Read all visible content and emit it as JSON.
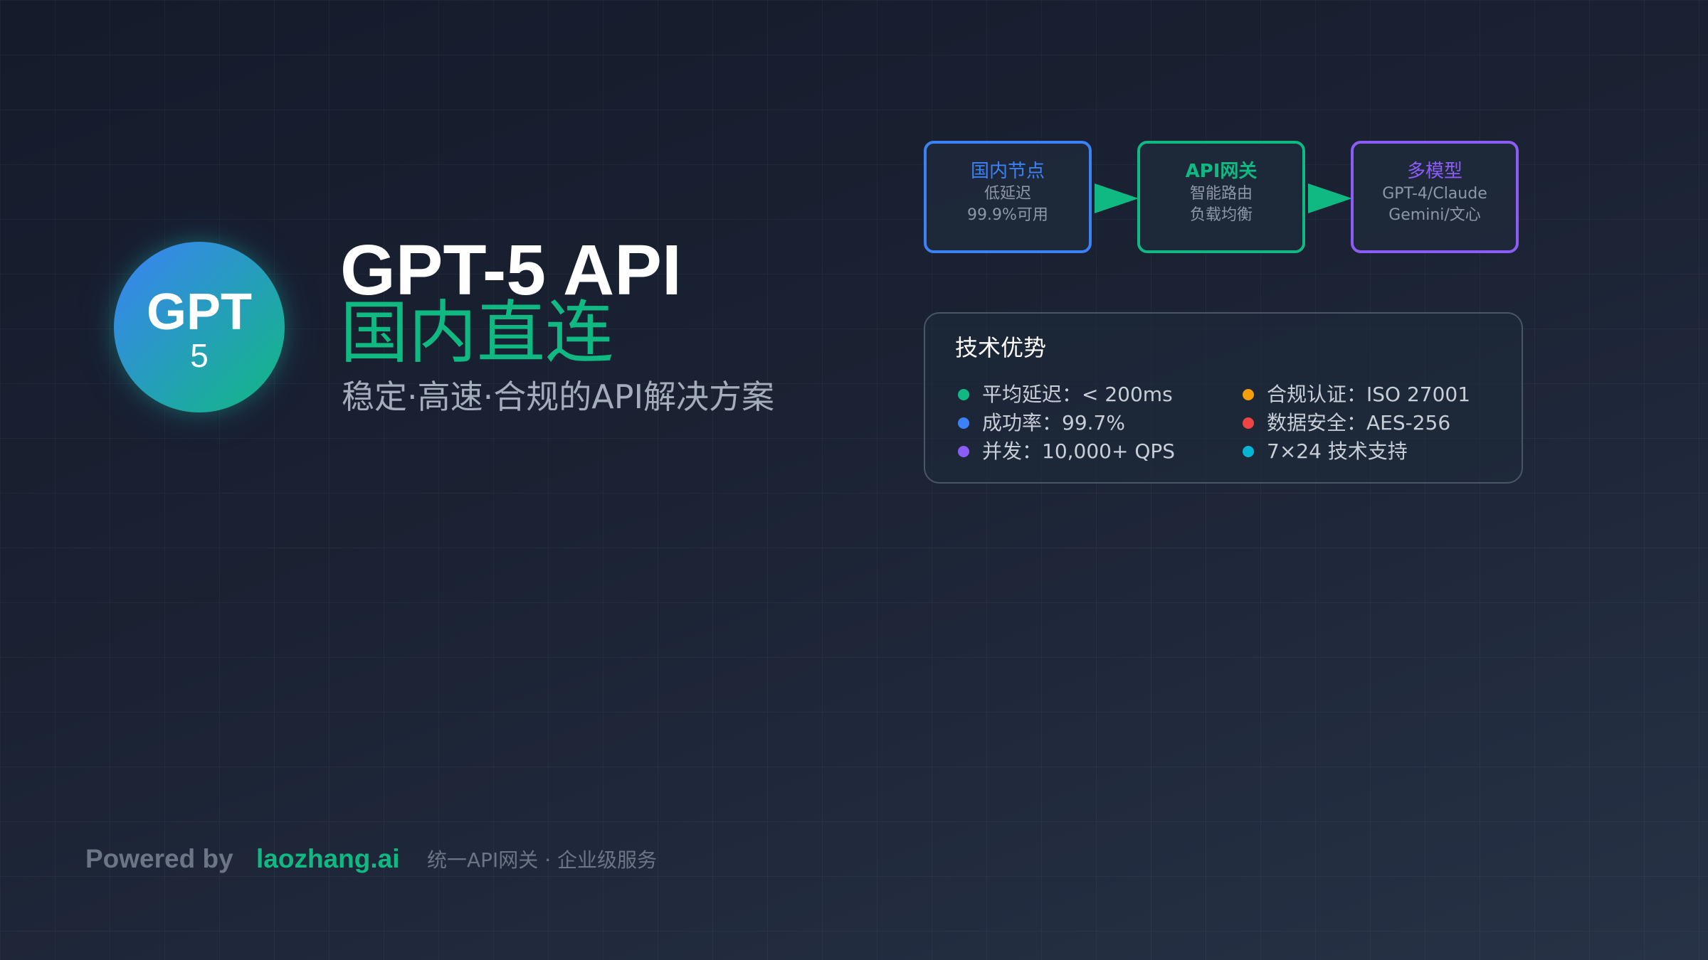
{
  "logo": {
    "main": "GPT",
    "sub": "5"
  },
  "hero": {
    "title": "GPT-5 API",
    "title_cn": "国内直连",
    "subtitle": "稳定·高速·合规的API解决方案"
  },
  "flow": {
    "nodes": [
      {
        "title": "国内节点",
        "lines": [
          "低延迟",
          "99.9%可用"
        ],
        "color": "#3b82f6"
      },
      {
        "title": "API网关",
        "lines": [
          "智能路由",
          "负载均衡"
        ],
        "color": "#10b981"
      },
      {
        "title": "多模型",
        "lines": [
          "GPT-4/Claude",
          "Gemini/文心"
        ],
        "color": "#8b5cf6"
      }
    ],
    "arrow_color": "#10b981"
  },
  "advantages": {
    "title": "技术优势",
    "items": [
      {
        "text": "平均延迟：< 200ms",
        "color": "#10b981"
      },
      {
        "text": "成功率：99.7%",
        "color": "#3b82f6"
      },
      {
        "text": "并发：10,000+ QPS",
        "color": "#8b5cf6"
      },
      {
        "text": "合规认证：ISO 27001",
        "color": "#f59e0b"
      },
      {
        "text": "数据安全：AES-256",
        "color": "#ef4444"
      },
      {
        "text": "7×24 技术支持",
        "color": "#06b6d4"
      }
    ]
  },
  "footer": {
    "powered_by": "Powered by",
    "brand": "laozhang.ai",
    "tagline": "统一API网关 · 企业级服务"
  },
  "colors": {
    "accent_green": "#10b981",
    "accent_blue": "#3b82f6",
    "accent_purple": "#8b5cf6"
  }
}
